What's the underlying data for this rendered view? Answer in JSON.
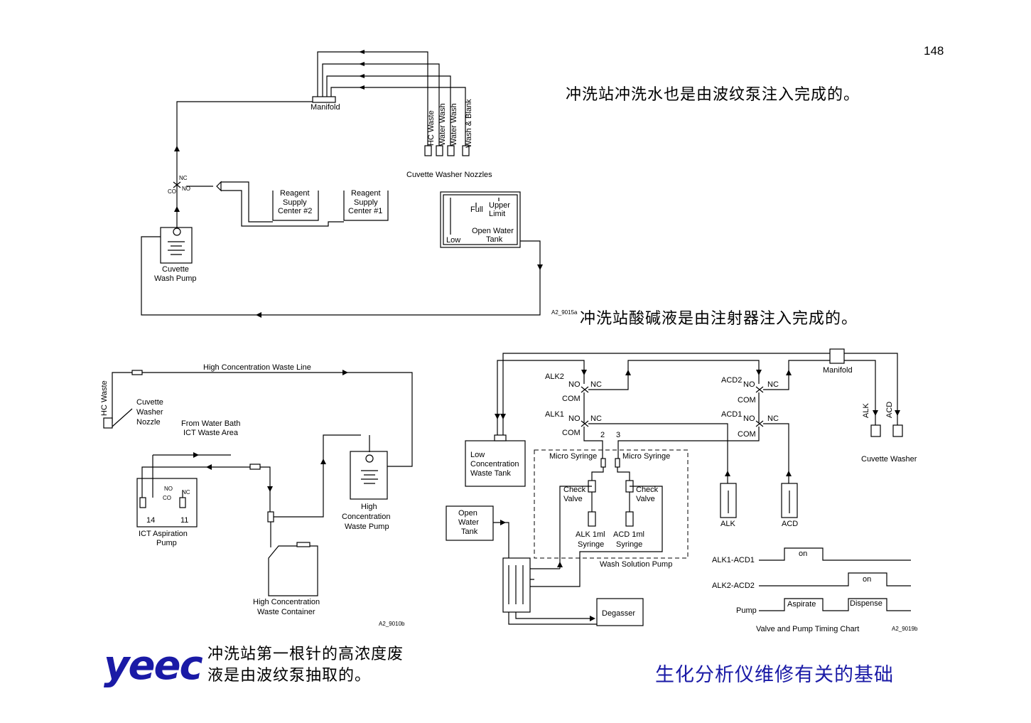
{
  "page_number": "148",
  "notes": {
    "top_right": "冲洗站冲洗水也是由波纹泵注入完成的。",
    "middle_right": "冲洗站酸碱液是由注射器注入完成的。",
    "bottom_left_line1": "冲洗站第一根针的高浓度废",
    "bottom_left_line2": "液是由波纹泵抽取的。",
    "footer_title": "生化分析仪维修有关的基础"
  },
  "logo": "yeec",
  "diagram_top": {
    "manifold": "Manifold",
    "nozzles": [
      "HC Waste",
      "Water Wash",
      "Water Wash",
      "Wash & Blank"
    ],
    "nozzles_title": "Cuvette Washer Nozzles",
    "reagent2": [
      "Reagent",
      "Supply",
      "Center #2"
    ],
    "reagent1": [
      "Reagent",
      "Supply",
      "Center #1"
    ],
    "tank_full": "Full",
    "tank_upper": [
      "Upper",
      "Limit"
    ],
    "tank_low": "Low",
    "tank_name": [
      "Open Water",
      "Tank"
    ],
    "pump": [
      "Cuvette",
      "Wash Pump"
    ],
    "valve_nc": "NC",
    "valve_no": "NO",
    "valve_co": "CO",
    "fig_id": "A2_9015a"
  },
  "diagram_left": {
    "waste_line": "High Concentration Waste Line",
    "hc_waste": "HC Waste",
    "nozzle": [
      "Cuvette",
      "Washer",
      "Nozzle"
    ],
    "from_bath": [
      "From Water Bath",
      "ICT Waste Area"
    ],
    "ict_pump": [
      "ICT Aspiration",
      "Pump"
    ],
    "port14": "14",
    "port11": "11",
    "valve_no": "NO",
    "valve_nc": "NC",
    "valve_co": "CO",
    "hc_pump": [
      "High",
      "Concentration",
      "Waste Pump"
    ],
    "container": [
      "High Concentration",
      "Waste Container"
    ],
    "fig_id": "A2_9010b"
  },
  "diagram_right": {
    "manifold": "Manifold",
    "alk2": "ALK2",
    "alk1": "ALK1",
    "acd2": "ACD2",
    "acd1": "ACD1",
    "no": "NO",
    "nc": "NC",
    "com": "COM",
    "port2": "2",
    "port3": "3",
    "micro_syringe": "Micro Syringe",
    "check_valve": [
      "Check",
      "Valve"
    ],
    "alk_syringe": [
      "ALK 1ml",
      "Syringe"
    ],
    "acd_syringe": [
      "ACD 1ml",
      "Syringe"
    ],
    "low_conc_tank": [
      "Low",
      "Concentration",
      "Waste Tank"
    ],
    "open_water_tank": [
      "Open",
      "Water",
      "Tank"
    ],
    "wash_pump": "Wash Solution Pump",
    "degasser": "Degasser",
    "alk": "ALK",
    "acd": "ACD",
    "cuvette_washer": "Cuvette Washer",
    "timing": {
      "row1": "ALK1-ACD1",
      "row2": "ALK2-ACD2",
      "row3": "Pump",
      "on1": "on",
      "on2": "on",
      "aspirate": "Aspirate",
      "dispense": "Dispense",
      "title": "Valve and Pump Timing Chart"
    },
    "fig_id": "A2_9019b"
  },
  "colors": {
    "accent": "#1a1aa6",
    "ink": "#000000"
  }
}
